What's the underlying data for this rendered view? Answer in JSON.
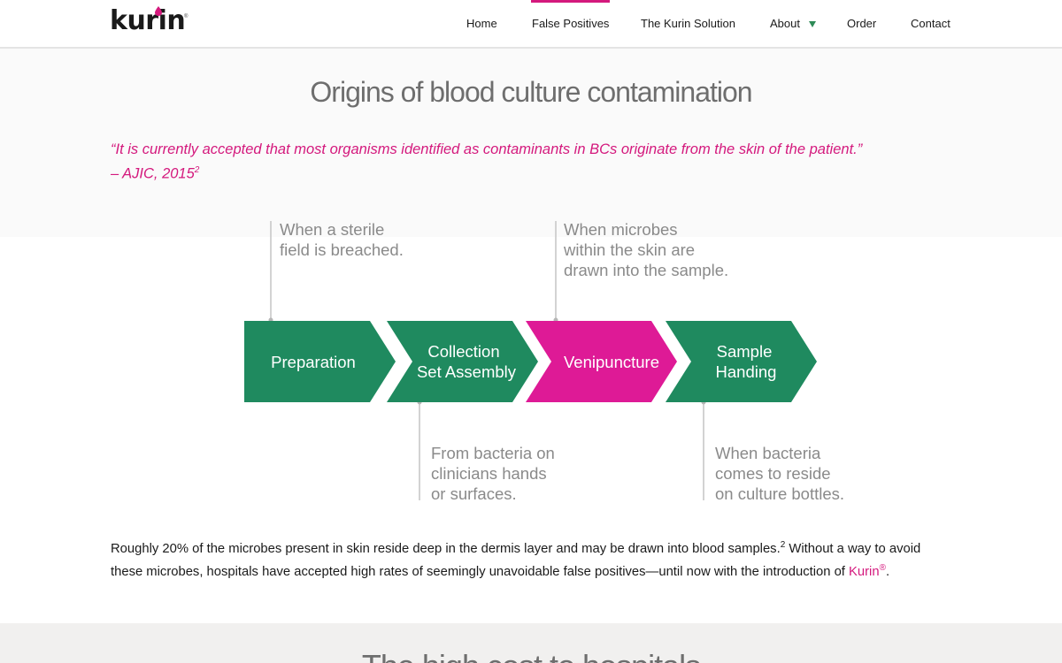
{
  "header": {
    "logo_text": "kurin",
    "logo_reg": "®",
    "nav": [
      {
        "label": "Home",
        "active": false
      },
      {
        "label": "False Positives",
        "active": true
      },
      {
        "label": "The Kurin Solution",
        "active": false
      },
      {
        "label": "About",
        "active": false,
        "has_dropdown": true
      },
      {
        "label": "Order",
        "active": false
      },
      {
        "label": "Contact",
        "active": false
      }
    ]
  },
  "main": {
    "title": "Origins of blood culture contamination",
    "quote_text": "“It is currently accepted that most organisms identified as contaminants in BCs originate from the skin of the patient.”",
    "quote_source": "– AJIC, 2015",
    "quote_ref": "2"
  },
  "diagram": {
    "steps": [
      {
        "lines": [
          "Preparation"
        ],
        "color": "#1f8a5f"
      },
      {
        "lines": [
          "Collection",
          "Set Assembly"
        ],
        "color": "#1f8a5f"
      },
      {
        "lines": [
          "Venipuncture"
        ],
        "color": "#de1a96"
      },
      {
        "lines": [
          "Sample",
          "Handing"
        ],
        "color": "#1f8a5f"
      }
    ],
    "callouts_top": [
      {
        "lines": [
          "When a sterile",
          "field is breached."
        ]
      },
      {
        "lines": [
          "When microbes",
          "within the skin are",
          "drawn into the sample."
        ]
      }
    ],
    "callouts_bottom": [
      {
        "lines": [
          "From bacteria on",
          "clinicians hands",
          "or surfaces."
        ]
      },
      {
        "lines": [
          "When bacteria",
          "comes to reside",
          "on culture bottles."
        ]
      }
    ]
  },
  "body": {
    "text_part1": "Roughly 20% of the microbes present in skin reside deep in the dermis layer and may be drawn into blood samples.",
    "ref1": "2",
    "text_part2": " Without a way to avoid these microbes, hospitals have accepted high rates of seemingly unavoidable false positives—until now with the introduction of ",
    "brand_link": "Kurin",
    "brand_reg": "®",
    "text_end": "."
  },
  "next_section": {
    "title": "The high cost to hospitals"
  },
  "colors": {
    "accent": "#d4197d",
    "green": "#1f8a5f",
    "callout_gray": "#8a8a8a"
  }
}
